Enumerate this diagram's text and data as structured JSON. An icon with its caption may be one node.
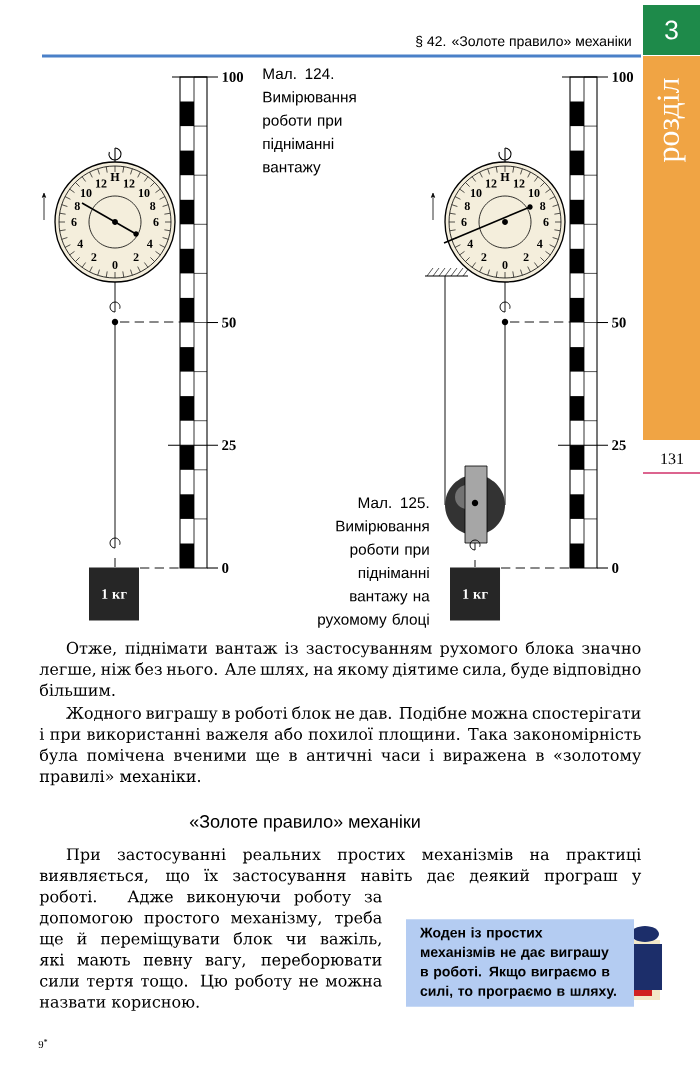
{
  "diagram": {
    "title": "§ 42. «Золоте правило» механіки",
    "nodes": [
      {
        "text": [
          "3"
        ]
      },
      {
        "text": [
          "розділ"
        ]
      },
      {
        "text": [
          "1 кг"
        ]
      },
      {
        "text": [
          "1 кг"
        ]
      },
      {
        "text": [
          "Жоден із простих механізмів не дає виграшу в роботі. Якщо виграємо в силі, то програємо в шляху."
        ]
      }
    ],
    "labels": [
      "Мал. 124. Вимірювання роботи при підніманні вантажу",
      "H",
      "12",
      "12",
      "10",
      "10",
      "8",
      "8",
      "6",
      "6",
      "4",
      "4",
      "2",
      "2",
      "0",
      "100",
      "50",
      "25",
      "0",
      "H",
      "12",
      "12",
      "10",
      "10",
      "8",
      "8",
      "6",
      "6",
      "4",
      "4",
      "2",
      "2",
      "0",
      "100",
      "50",
      "25",
      "0",
      "Мал. 125. Вимірювання роботи при підніманні вантажу на рухомому блоці",
      "131",
      "Отже, піднімати вантаж із застосуванням рухомого блока значно легше, ніж без нього. Але шлях, на якому діятиме сила, буде відповідно більшим.",
      "Жодного виграшу в роботі блок не дав. Подібне можна спостерігати і при використанні важеля або похилої площини. Така закономірність була помічена вченими ще в античні часи і виражена в «золотому правилі» механіки.",
      "«Золоте правило» механіки",
      "При застосуванні реальних простих механізмів на практиці виявляється, що їх застосування навіть дає деякий програш у роботі. Адже виконуючи роботу за допомогою простого механізму, треба ще й переміщувати блок чи важіль, які мають певну вагу, переборювати сили тертя тощо. Цю роботу не можна назвати корисною.",
      "9$^{*}$"
    ]
  }
}
